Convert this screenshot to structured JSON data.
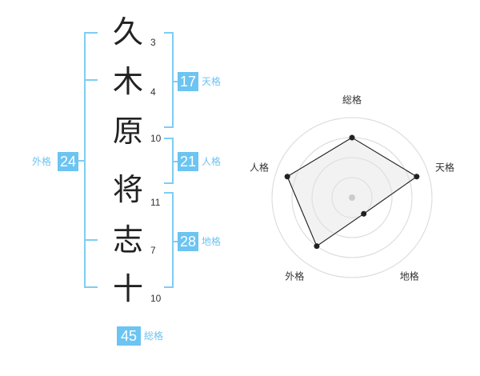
{
  "characters": [
    {
      "char": "久",
      "strokes": "3"
    },
    {
      "char": "木",
      "strokes": "4"
    },
    {
      "char": "原",
      "strokes": "10"
    },
    {
      "char": "将",
      "strokes": "11"
    },
    {
      "char": "志",
      "strokes": "7"
    },
    {
      "char": "十",
      "strokes": "10"
    }
  ],
  "kaku": {
    "tenkaku": {
      "value": "17",
      "label": "天格"
    },
    "jinkaku": {
      "value": "21",
      "label": "人格"
    },
    "chikaku": {
      "value": "28",
      "label": "地格"
    },
    "gaikaku": {
      "value": "24",
      "label": "外格"
    },
    "soukaku": {
      "value": "45",
      "label": "総格"
    }
  },
  "radar": {
    "axes": [
      "総格",
      "天格",
      "地格",
      "外格",
      "人格"
    ],
    "levels": 4,
    "values": [
      0.75,
      0.85,
      0.25,
      0.75,
      0.85
    ],
    "colors": {
      "fill": "#f0f0f0",
      "line": "#222222",
      "ring": "#dddddd",
      "center": "#cccccc"
    }
  },
  "colors": {
    "accent": "#6cc4f2",
    "bracket": "#7fcdf4"
  }
}
